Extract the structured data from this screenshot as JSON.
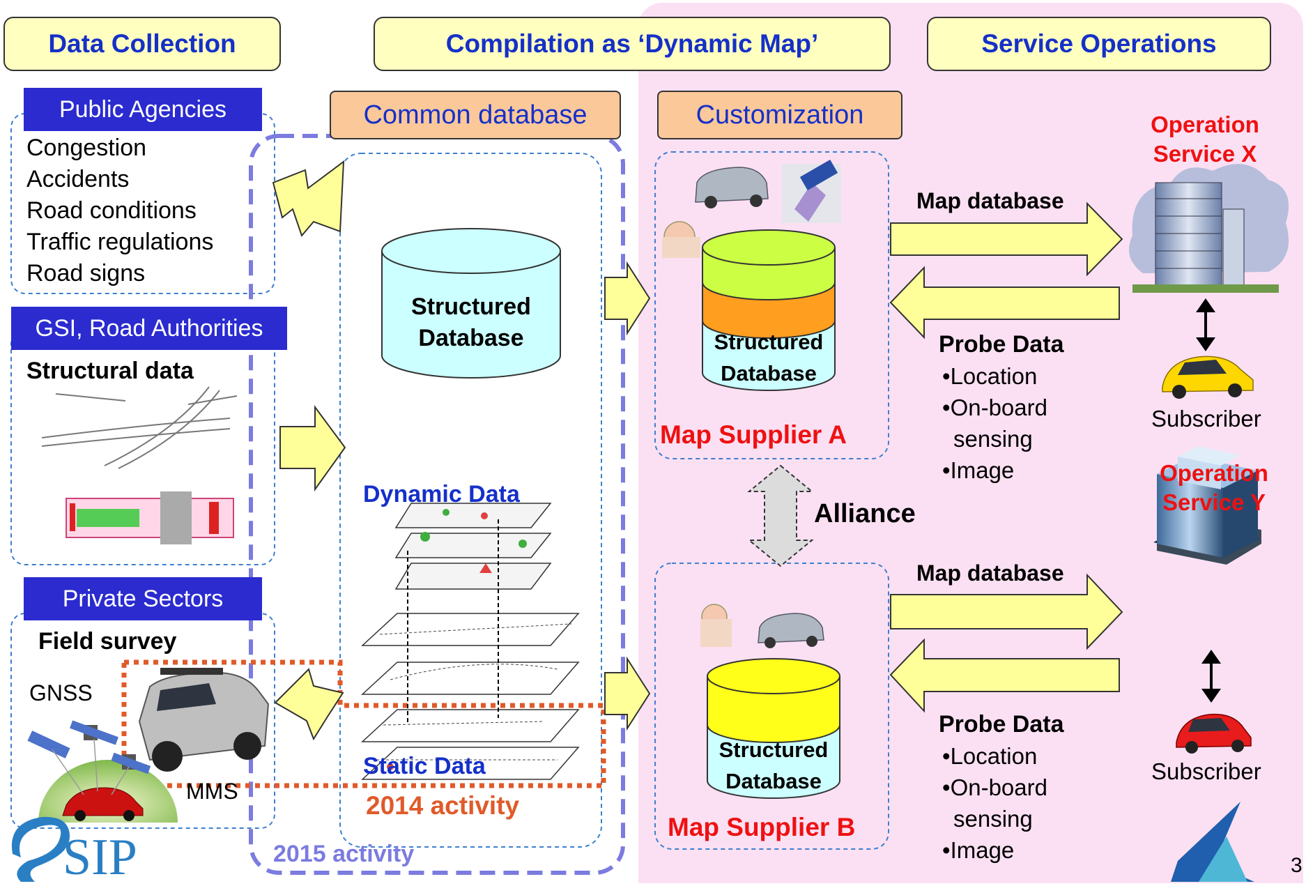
{
  "headers": {
    "data_collection": "Data Collection",
    "compilation": "Compilation as ‘Dynamic Map’",
    "service_operations": "Service Operations"
  },
  "public_agencies": {
    "title": "Public Agencies",
    "items": [
      "Congestion",
      "Accidents",
      "Road conditions",
      "Traffic regulations",
      "Road signs"
    ]
  },
  "gsi": {
    "title": "GSI, Road Authorities",
    "structural": "Structural data"
  },
  "private": {
    "title": "Private Sectors",
    "field_survey": "Field survey",
    "gnss": "GNSS",
    "mms": "MMS"
  },
  "common_db": {
    "title": "Common database",
    "cylinder_line1": "Structured",
    "cylinder_line2": "Database",
    "dynamic": "Dynamic Data",
    "static": "Static Data",
    "activity_2014": "2014 activity",
    "activity_2015": "2015 activity"
  },
  "customization": {
    "title": "Customization",
    "supplier_a": "Map Supplier A",
    "supplier_b": "Map Supplier B",
    "db_line1": "Structured",
    "db_line2": "Database",
    "alliance": "Alliance"
  },
  "flows": {
    "map_db_top": "Map database",
    "map_db_bottom": "Map database",
    "probe_top": "Probe Data",
    "probe_bottom": "Probe Data",
    "probe_items_top": [
      "Location",
      "On-board",
      "sensing",
      "Image"
    ],
    "probe_items_bottom": [
      "Location",
      "On-board",
      "sensing",
      "Image"
    ]
  },
  "services": {
    "x_line1": "Operation",
    "x_line2": "Service X",
    "y_line1": "Operation",
    "y_line2": "Service Y",
    "subscriber_top": "Subscriber",
    "subscriber_bottom": "Subscriber"
  },
  "footer": {
    "logo": "SIP",
    "page_number": "3"
  },
  "colors": {
    "header_fill": "#ffffc0",
    "title_blue": "#1530c8",
    "tag_blue": "#2b2bd0",
    "arrow_fill": "#ffff99",
    "pink_region": "#fbe0f3",
    "cylinder_cyan": "#ccffff",
    "red_label": "#ee1111",
    "activity_orange": "#e05a2a",
    "activity_purple": "#7b7be0"
  }
}
